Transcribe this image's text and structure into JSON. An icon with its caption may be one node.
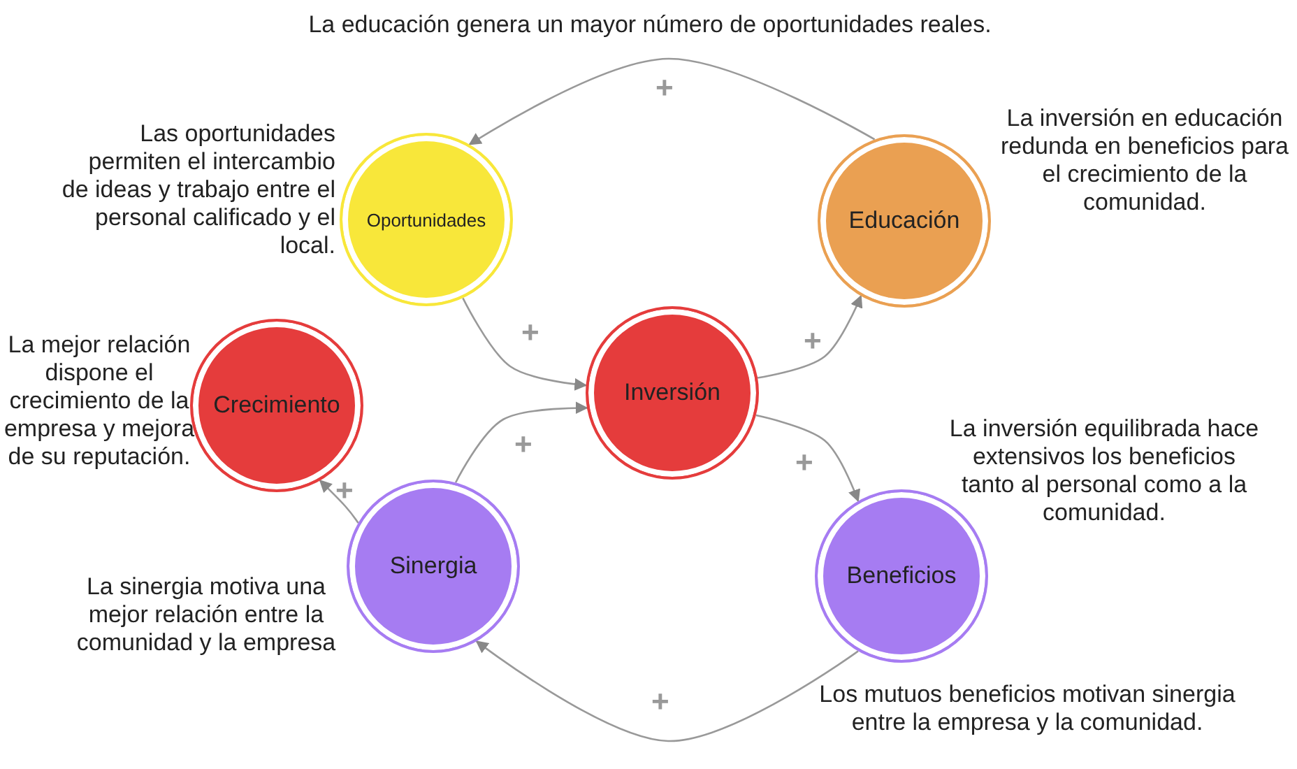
{
  "diagram": {
    "nodes": [
      {
        "text": [
          "Oportunidades"
        ],
        "beside": [
          "Las oportunidades permiten el intercambio de ideas y trabajo entre el personal calificado y el local."
        ]
      },
      {
        "text": [
          "Educación"
        ],
        "beside": [
          "La inversión en educación redunda en beneficios para el crecimiento de la comunidad."
        ]
      },
      {
        "text": [
          "Crecimiento"
        ],
        "beside": [
          "La mejor relación dispone el crecimiento de la empresa y mejora de su reputación."
        ]
      },
      {
        "text": [
          "Inversión"
        ]
      },
      {
        "text": [
          "Sinergia"
        ],
        "beside": [
          "La sinergia motiva una mejor relación entre la comunidad y la empresa"
        ]
      },
      {
        "text": [
          "Beneficios"
        ],
        "beside": [
          "La inversión equilibrada hace extensivos los beneficios tanto al personal como a la comunidad."
        ]
      }
    ],
    "edges": [
      {
        "from": 1,
        "to": 0,
        "arrow": "to",
        "label": "+"
      },
      {
        "from": 0,
        "to": 3,
        "arrow": "to",
        "label": "+"
      },
      {
        "from": 3,
        "to": 1,
        "arrow": "to",
        "label": "+"
      },
      {
        "from": 3,
        "to": 5,
        "arrow": "to",
        "label": "+"
      },
      {
        "from": 5,
        "to": 4,
        "arrow": "to",
        "label": "+"
      },
      {
        "from": 4,
        "to": 3,
        "arrow": "to",
        "label": "+"
      },
      {
        "from": 4,
        "to": 2,
        "arrow": "to",
        "label": "+"
      }
    ],
    "labels": [
      "La educación genera un mayor número de oportunidades reales.",
      "Los mutuos beneficios motivan sinergia entre la empresa y la comunidad."
    ]
  }
}
